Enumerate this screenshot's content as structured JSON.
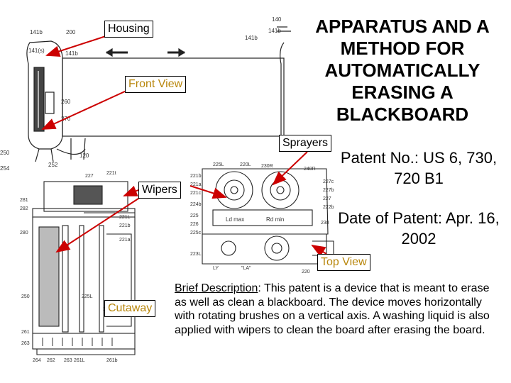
{
  "title": "APPARATUS AND A METHOD FOR AUTOMATICALLY ERASING A BLACKBOARD",
  "patent_no": "Patent No.: US 6, 730, 720 B1",
  "patent_date": "Date of Patent: Apr. 16, 2002",
  "callouts": {
    "housing": "Housing",
    "front_view": "Front View",
    "sprayers": "Sprayers",
    "wipers": "Wipers",
    "top_view": "Top View",
    "cutaway": "Cutaway"
  },
  "description": {
    "label": "Brief Description",
    "text": ":  This patent is a device that is meant to erase as well as clean a blackboard. The device moves horizontally with rotating brushes on a vertical axis. A washing liquid is also applied with wipers to clean the board after erasing the board."
  },
  "colors": {
    "arrow": "#cc0000",
    "callout_text_accent": "#b8860b"
  }
}
